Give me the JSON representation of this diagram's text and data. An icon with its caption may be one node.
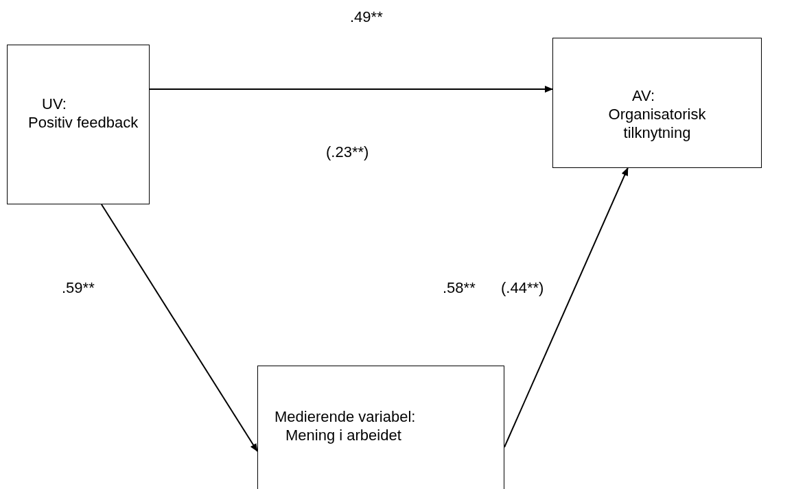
{
  "diagram": {
    "nodes": [
      {
        "text": [
          "UV:",
          "Positiv feedback"
        ]
      },
      {
        "text": [
          "AV:",
          "Organisatorisk tilknytning"
        ]
      },
      {
        "text": [
          "Medierende variabel:",
          "Mening i arbeidet"
        ]
      }
    ],
    "edges": [
      {
        "from": 0,
        "to": 1,
        "arrow": "to"
      },
      {
        "from": 0,
        "to": 2,
        "arrow": "to"
      },
      {
        "from": 2,
        "to": 1,
        "arrow": "to"
      }
    ],
    "labels": [
      ".49**",
      "(.23**)",
      ".59**",
      ".58**",
      "(.44**)"
    ]
  }
}
